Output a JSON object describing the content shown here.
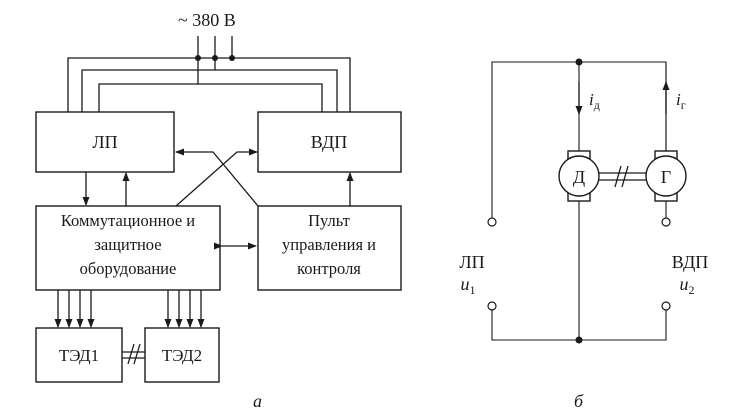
{
  "diagram_a": {
    "supply": "~ 380 В",
    "boxes": {
      "lp": "ЛП",
      "vdp": "ВДП",
      "commutation": [
        "Коммутационное и",
        "защитное",
        "оборудование"
      ],
      "panel": [
        "Пульт",
        "управления и",
        "контроля"
      ],
      "ted1": "ТЭД1",
      "ted2": "ТЭД2"
    },
    "caption": "а"
  },
  "diagram_b": {
    "left_label": "ЛП",
    "left_voltage": "u",
    "left_voltage_sub": "1",
    "right_label": "ВДП",
    "right_voltage": "u",
    "right_voltage_sub": "2",
    "motor": "Д",
    "generator": "Г",
    "current_d": "i",
    "current_d_sub": "д",
    "current_g": "i",
    "current_g_sub": "г",
    "caption": "б"
  }
}
